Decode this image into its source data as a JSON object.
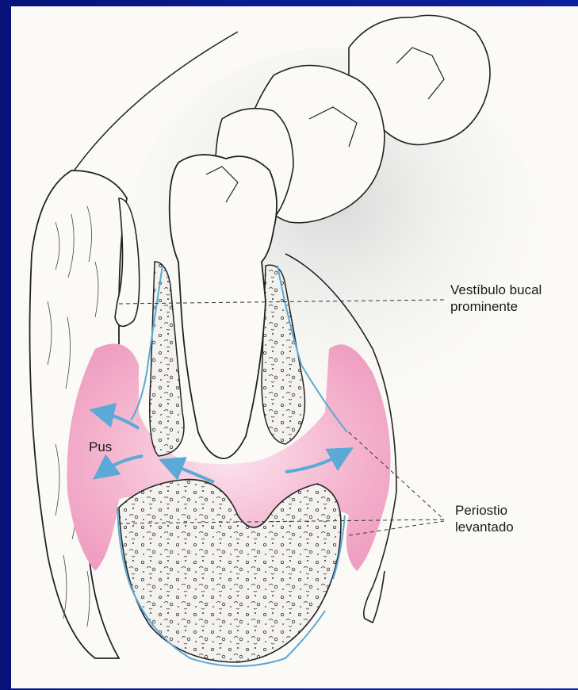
{
  "labels": {
    "vestibulo_line1": "Vestíbulo bucal",
    "vestibulo_line2": "prominente",
    "periostio_line1": "Periostio",
    "periostio_line2": "levantado",
    "pus": "Pus"
  },
  "colors": {
    "background": "#0b1a8c",
    "canvas": "#fbfaf7",
    "pus_pink": "#f2a6c6",
    "periosteum_blue": "#5aa9d6",
    "outline": "#222222"
  }
}
